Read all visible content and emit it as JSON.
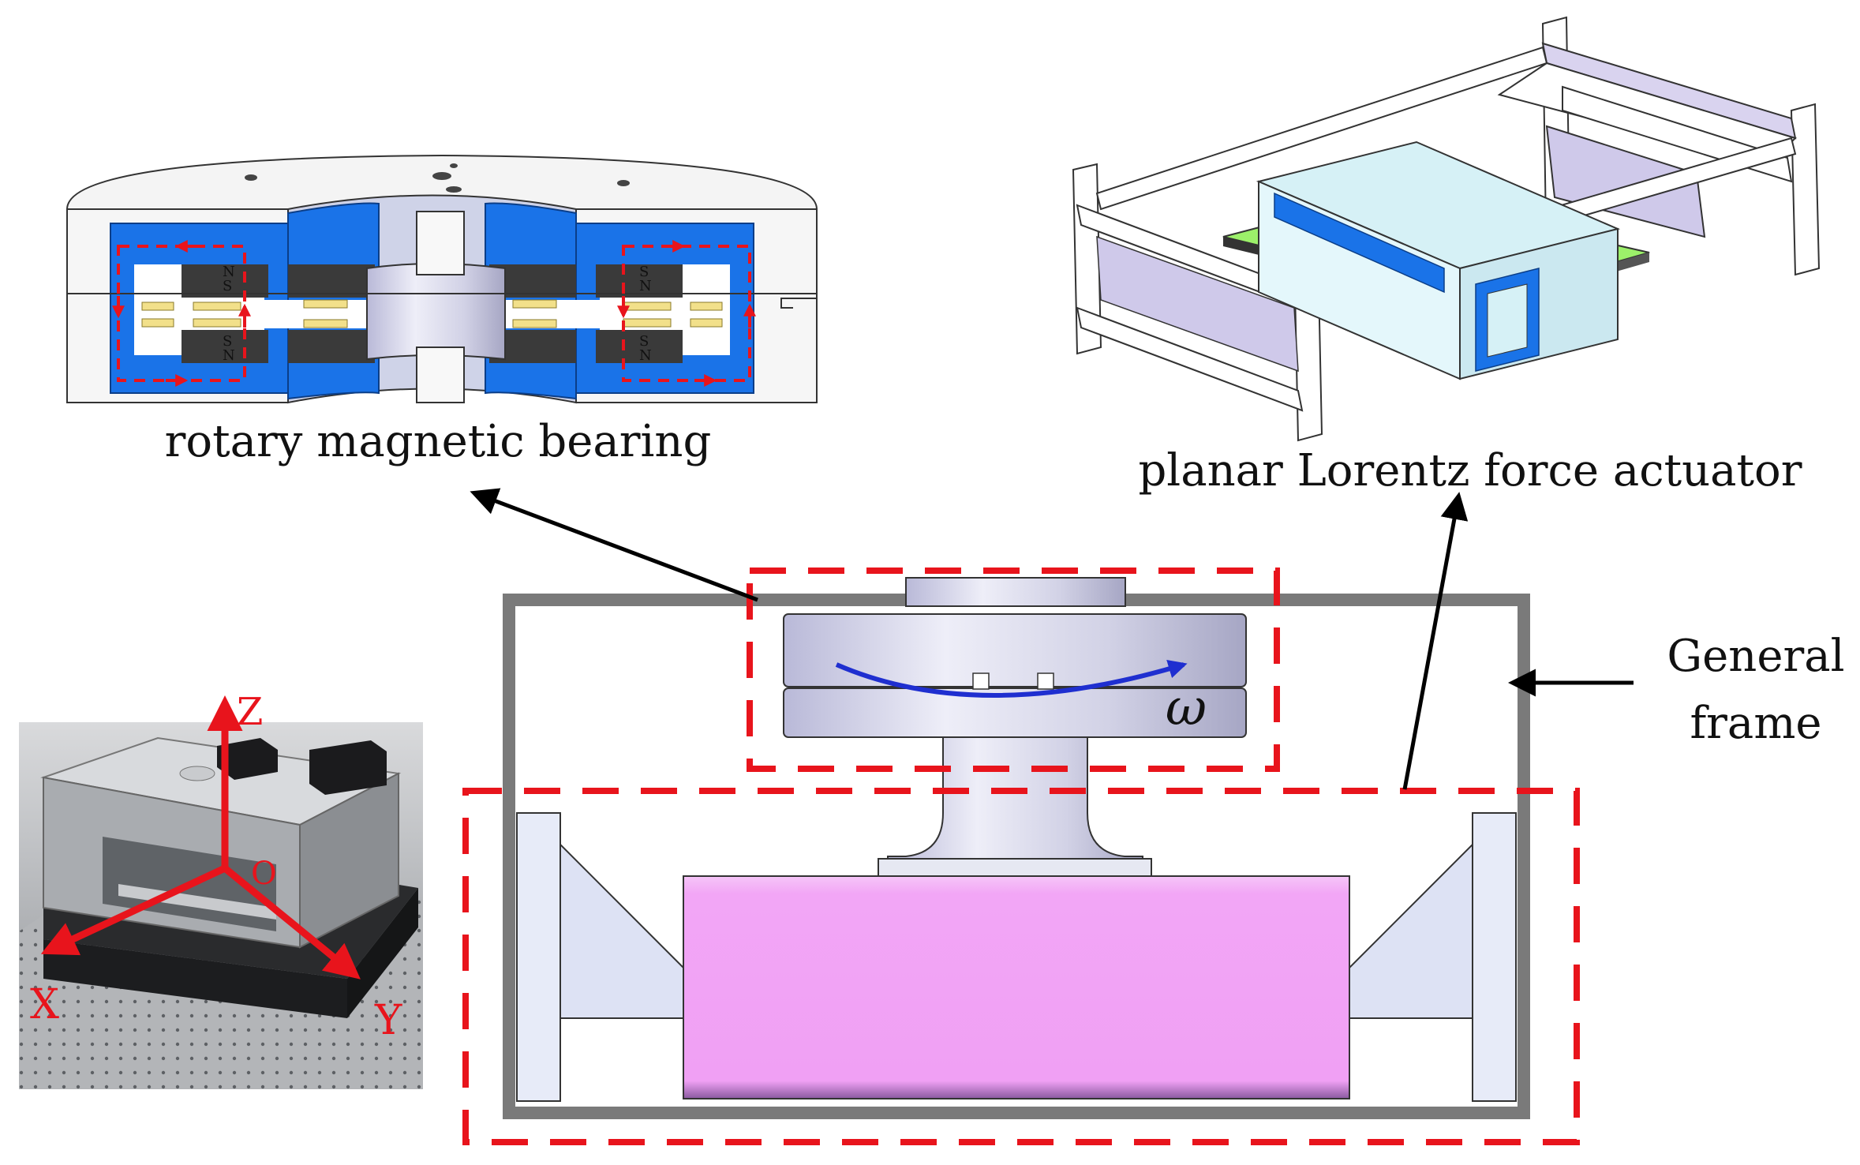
{
  "labels": {
    "bearing": "rotary magnetic bearing",
    "actuator": "planar Lorentz force actuator",
    "frame_line1": "General",
    "frame_line2": "frame",
    "omega": "ω"
  },
  "magnet_poles": [
    "N",
    "S",
    "S",
    "N"
  ],
  "axes": {
    "z": "Z",
    "x": "X",
    "y": "Y",
    "origin": "O"
  },
  "colors": {
    "highlight_dash": "#e8141c",
    "flux_arrow": "#e8141c",
    "rotation_arrow": "#1f2fd0",
    "frame": "#7a7a7a",
    "actuator_body": "#f2a6f6",
    "stator_steel": "#1a73e8",
    "magnet": "#3a3a3a",
    "coil": "#9cf06a",
    "housing": "#d6f1f6"
  }
}
